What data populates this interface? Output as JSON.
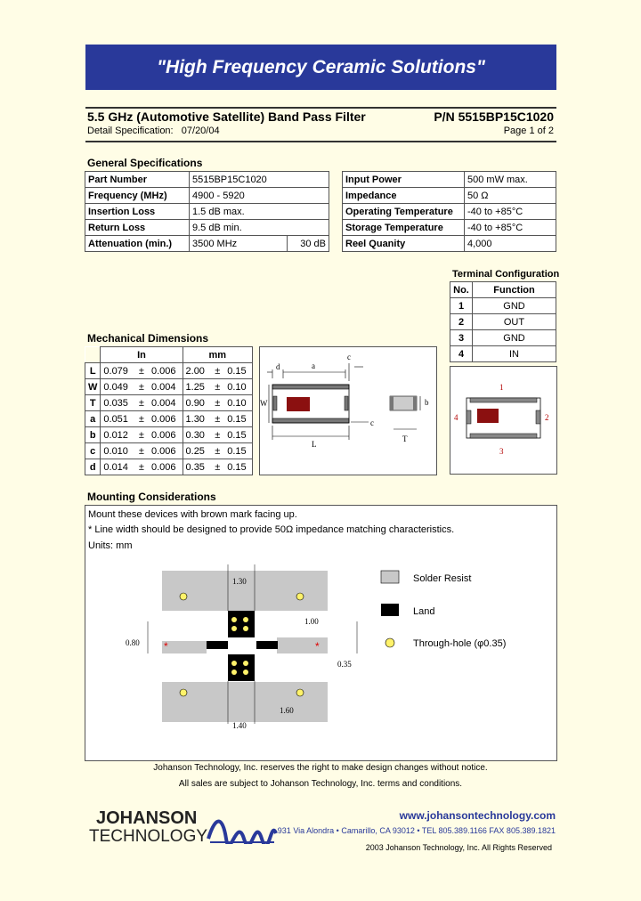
{
  "banner": "\"High Frequency Ceramic Solutions\"",
  "header": {
    "title": "5.5 GHz (Automotive Satellite) Band Pass Filter",
    "part": "P/N 5515BP15C1020",
    "detail": "Detail Specification:   07/20/04",
    "page": "Page 1 of 2"
  },
  "general": {
    "heading": "General Specifications",
    "left": [
      {
        "label": "Part Number",
        "value": "5515BP15C1020"
      },
      {
        "label": "Frequency (MHz)",
        "value": "4900 - 5920"
      },
      {
        "label": "Insertion Loss",
        "value": "1.5 dB max."
      },
      {
        "label": "Return Loss",
        "value": "9.5 dB min."
      },
      {
        "label": "Attenuation (min.)",
        "value": "3500 MHz",
        "value2": "30 dB"
      }
    ],
    "right": [
      {
        "label": "Input Power",
        "value": "500 mW max."
      },
      {
        "label": "Impedance",
        "value": "50 Ω"
      },
      {
        "label": "Operating Temperature",
        "value": "-40 to +85°C"
      },
      {
        "label": "Storage Temperature",
        "value": "-40 to +85°C"
      },
      {
        "label": "Reel Quanity",
        "value": "4,000"
      }
    ]
  },
  "terminal": {
    "heading": "Terminal Configuration",
    "col_no": "No.",
    "col_fn": "Function",
    "rows": [
      {
        "no": "1",
        "fn": "GND"
      },
      {
        "no": "2",
        "fn": "OUT"
      },
      {
        "no": "3",
        "fn": "GND"
      },
      {
        "no": "4",
        "fn": "IN"
      }
    ]
  },
  "mechanical": {
    "heading": "Mechanical Dimensions",
    "col_in": "In",
    "col_mm": "mm",
    "rows": [
      {
        "k": "L",
        "in": "0.079",
        "in_tol": "0.006",
        "mm": "2.00",
        "mm_tol": "0.15"
      },
      {
        "k": "W",
        "in": "0.049",
        "in_tol": "0.004",
        "mm": "1.25",
        "mm_tol": "0.10"
      },
      {
        "k": "T",
        "in": "0.035",
        "in_tol": "0.004",
        "mm": "0.90",
        "mm_tol": "0.10"
      },
      {
        "k": "a",
        "in": "0.051",
        "in_tol": "0.006",
        "mm": "1.30",
        "mm_tol": "0.15"
      },
      {
        "k": "b",
        "in": "0.012",
        "in_tol": "0.006",
        "mm": "0.30",
        "mm_tol": "0.15"
      },
      {
        "k": "c",
        "in": "0.010",
        "in_tol": "0.006",
        "mm": "0.25",
        "mm_tol": "0.15"
      },
      {
        "k": "d",
        "in": "0.014",
        "in_tol": "0.006",
        "mm": "0.35",
        "mm_tol": "0.15"
      }
    ],
    "pm": "±",
    "diagram": {
      "d": "d",
      "a": "a",
      "c": "c",
      "W": "W",
      "L": "L",
      "b": "b",
      "T": "T",
      "c2": "c"
    },
    "pins": {
      "p1": "1",
      "p2": "2",
      "p3": "3",
      "p4": "4"
    }
  },
  "mounting": {
    "heading": "Mounting Considerations",
    "line1": "Mount these devices with brown mark facing up.",
    "line2": "* Line width should be designed to provide 50Ω impedance matching characteristics.",
    "line3": "Units: mm",
    "dims": {
      "d130": "1.30",
      "d100": "1.00",
      "d080": "0.80",
      "d035": "0.35",
      "d160": "1.60",
      "d140": "1.40"
    },
    "legend": {
      "resist": "Solder Resist",
      "land": "Land",
      "hole": "Through-hole (φ0.35)"
    },
    "star": "*"
  },
  "footer": {
    "line1": "Johanson Technology, Inc. reserves the right to make design changes without notice.",
    "line2": "All sales are subject to Johanson Technology, Inc. terms and conditions.",
    "logo1": "JOHANSON",
    "logo2": "TECHNOLOGY",
    "web": "www.johansontechnology.com",
    "address": "931 Via Alondra • Camarillo, CA 93012 • TEL 805.389.1166 FAX 805.389.1821",
    "copyright": "2003 Johanson Technology, Inc.  All Rights Reserved"
  },
  "colors": {
    "banner": "#29399a",
    "mark": "#8b1010",
    "resist": "#c8c8c8",
    "hole": "#fff26a"
  }
}
